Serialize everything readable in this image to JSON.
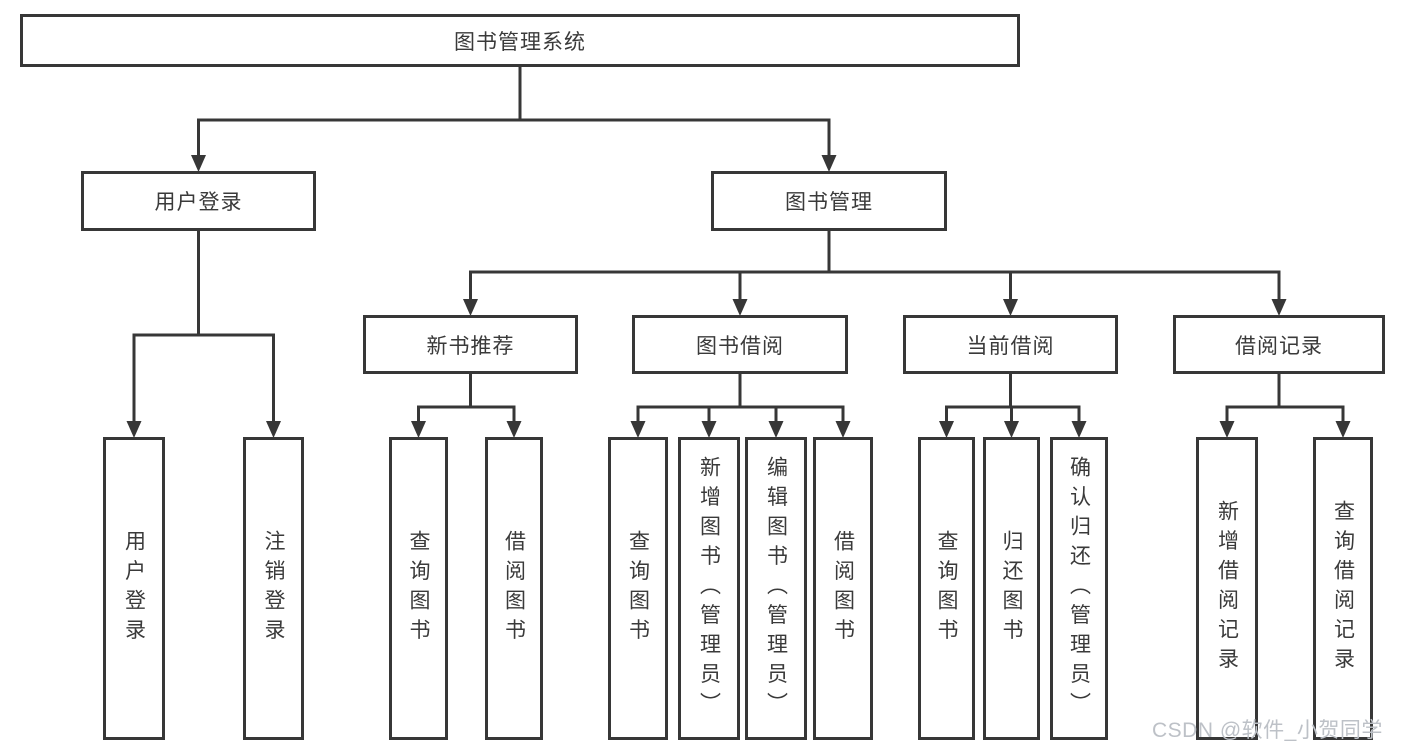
{
  "diagram": {
    "root": {
      "label": "图书管理系统"
    },
    "level2": [
      {
        "id": "user-login",
        "label": "用户登录"
      },
      {
        "id": "book-management",
        "label": "图书管理"
      }
    ],
    "level3": [
      {
        "id": "new-book-recommend",
        "label": "新书推荐",
        "parent": "book-management"
      },
      {
        "id": "book-borrowing",
        "label": "图书借阅",
        "parent": "book-management"
      },
      {
        "id": "current-borrowing",
        "label": "当前借阅",
        "parent": "book-management"
      },
      {
        "id": "borrowing-records",
        "label": "借阅记录",
        "parent": "book-management"
      }
    ],
    "leaves": [
      {
        "id": "user-login-leaf",
        "label": "用户登录",
        "parent": "user-login"
      },
      {
        "id": "logout",
        "label": "注销登录",
        "parent": "user-login"
      },
      {
        "id": "query-books-recommend",
        "label": "查询图书",
        "parent": "new-book-recommend"
      },
      {
        "id": "borrow-books-recommend",
        "label": "借阅图书",
        "parent": "new-book-recommend"
      },
      {
        "id": "query-books-borrowing",
        "label": "查询图书",
        "parent": "book-borrowing"
      },
      {
        "id": "add-books-admin",
        "label": "新增图书（管理员）",
        "parent": "book-borrowing"
      },
      {
        "id": "edit-books-admin",
        "label": "编辑图书（管理员）",
        "parent": "book-borrowing"
      },
      {
        "id": "borrow-books-borrowing",
        "label": "借阅图书",
        "parent": "book-borrowing"
      },
      {
        "id": "query-books-current",
        "label": "查询图书",
        "parent": "current-borrowing"
      },
      {
        "id": "return-books",
        "label": "归还图书",
        "parent": "current-borrowing"
      },
      {
        "id": "confirm-return-admin",
        "label": "确认归还（管理员）",
        "parent": "current-borrowing"
      },
      {
        "id": "add-borrow-record",
        "label": "新增借阅记录",
        "parent": "borrowing-records"
      },
      {
        "id": "query-borrow-record",
        "label": "查询借阅记录",
        "parent": "borrowing-records"
      }
    ],
    "watermark": "CSDN @软件_小贺同学",
    "colors": {
      "line": "#373737",
      "text": "#3a3a3a",
      "box_background": "#ffffff",
      "page_background": "#ffffff",
      "watermark": "#bdc1c7"
    }
  }
}
